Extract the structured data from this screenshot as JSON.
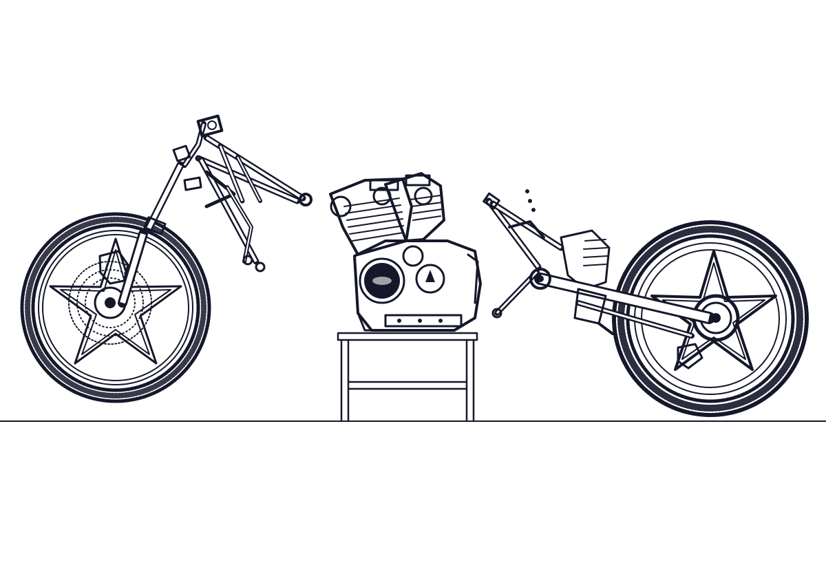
{
  "colors": {
    "background": "#ffffff",
    "ink": "#15172a"
  },
  "components": [
    {
      "id": "front-section",
      "icon": "front-wheel-and-frame-illustration"
    },
    {
      "id": "engine-on-stand",
      "icon": "engine-illustration"
    },
    {
      "id": "rear-section",
      "icon": "rear-wheel-and-swingarm-illustration"
    }
  ]
}
